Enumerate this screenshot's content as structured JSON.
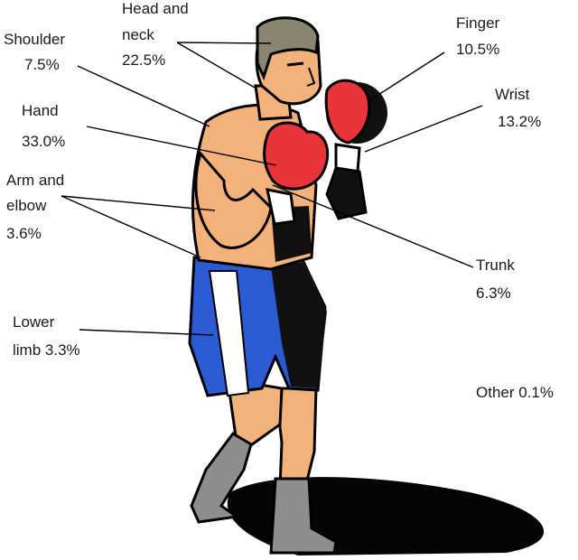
{
  "figure": "boxer",
  "labels": {
    "head_and_neck": {
      "line1": "Head and",
      "line2": "neck",
      "value": "22.5%"
    },
    "shoulder": {
      "line1": "Shoulder",
      "value": "7.5%"
    },
    "hand": {
      "line1": "Hand",
      "value": "33.0%"
    },
    "arm_and_elbow": {
      "line1": "Arm and",
      "line2": "elbow",
      "value": "3.6%"
    },
    "lower_limb": {
      "line1": "Lower",
      "line2": "limb 3.3%"
    },
    "finger": {
      "line1": "Finger",
      "value": "10.5%"
    },
    "wrist": {
      "line1": "Wrist",
      "value": "13.2%"
    },
    "trunk": {
      "line1": "Trunk",
      "value": "6.3%"
    },
    "other": {
      "line1": "Other 0.1%"
    }
  },
  "colors": {
    "skin": "#f2b27a",
    "hair": "#8a8572",
    "glove": "#e8343a",
    "shorts_blue": "#2a5bd3",
    "shorts_black": "#111111",
    "shoe": "#8e8e8e",
    "shadow": "#050505",
    "outline": "#000000"
  }
}
